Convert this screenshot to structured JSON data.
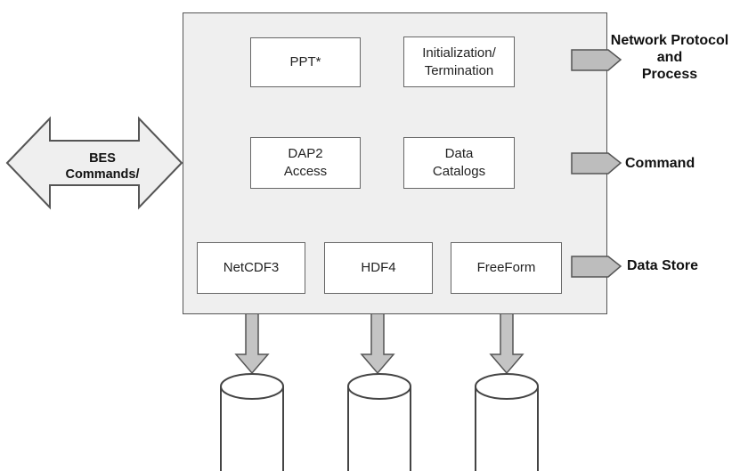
{
  "modules": {
    "ppt": "PPT*",
    "init_line1": "Initialization/",
    "init_line2": "Termination",
    "dap2_line1": "DAP2",
    "dap2_line2": "Access",
    "catalogs_line1": "Data",
    "catalogs_line2": "Catalogs",
    "netcdf3": "NetCDF3",
    "hdf4": "HDF4",
    "freeform": "FreeForm"
  },
  "bes": {
    "line1": "BES",
    "line2": "Commands/"
  },
  "legend": {
    "network_line1": "Network Protocol",
    "network_line2": "and",
    "network_line3": "Process",
    "command": "Command",
    "data_store": "Data Store"
  },
  "colors": {
    "box_fill": "#efefef",
    "arrow_fill": "#bdbdbd",
    "stroke": "#555555",
    "module_fill": "#ffffff"
  }
}
